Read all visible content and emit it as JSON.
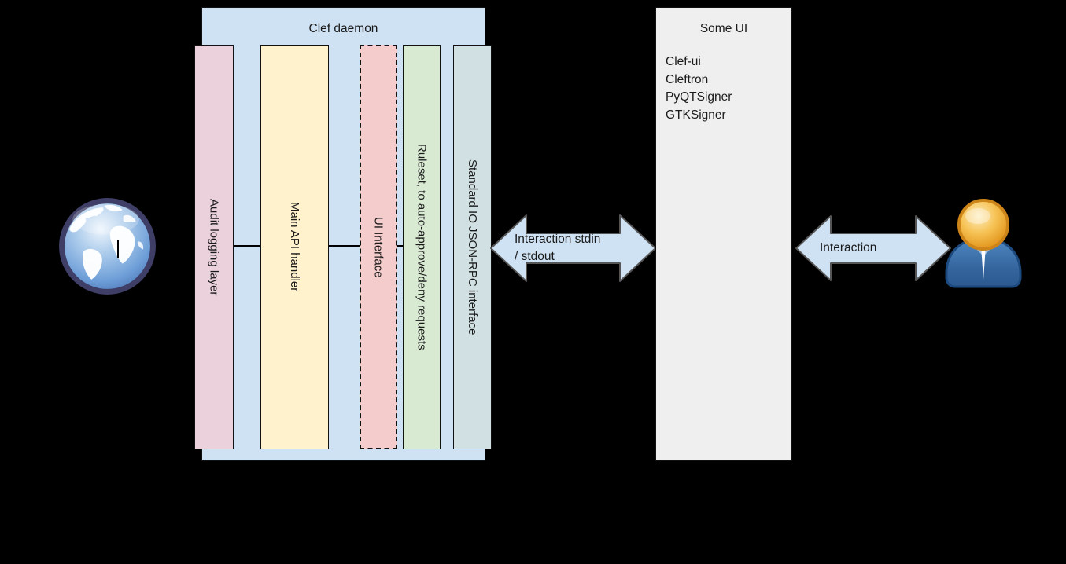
{
  "canvas": {
    "background": "#000000",
    "line_color": "#000000"
  },
  "clef_daemon": {
    "title": "Clef daemon",
    "fill": "#cfe2f3",
    "layers": [
      {
        "label": "Audit logging layer",
        "fill": "#ead1dc",
        "border_style": "solid"
      },
      {
        "label": "Main API handler",
        "fill": "#fff2cc",
        "border_style": "solid"
      },
      {
        "label": "UI Interface",
        "fill": "#f4cccc",
        "border_style": "dashed"
      },
      {
        "label": "Ruleset, to auto-approve/deny requests",
        "fill": "#d9ead3",
        "border_style": "solid"
      },
      {
        "label": "Standard IO JSON-RPC interface",
        "fill": "#d0e0e3",
        "border_style": "solid"
      }
    ]
  },
  "stdio_arrow": {
    "fill": "#cfe2f3",
    "border": "#555555",
    "label_line1": "Interaction stdin",
    "label_line2": "/ stdout"
  },
  "some_ui": {
    "title": "Some UI",
    "fill": "#efefef",
    "items": [
      "Clef-ui",
      "Cleftron",
      "PyQTSigner",
      "GTKSigner"
    ]
  },
  "user_arrow": {
    "fill": "#cfe2f3",
    "border": "#555555",
    "label": "Interaction"
  },
  "icons": {
    "globe": "globe-icon",
    "person": "person-icon"
  }
}
